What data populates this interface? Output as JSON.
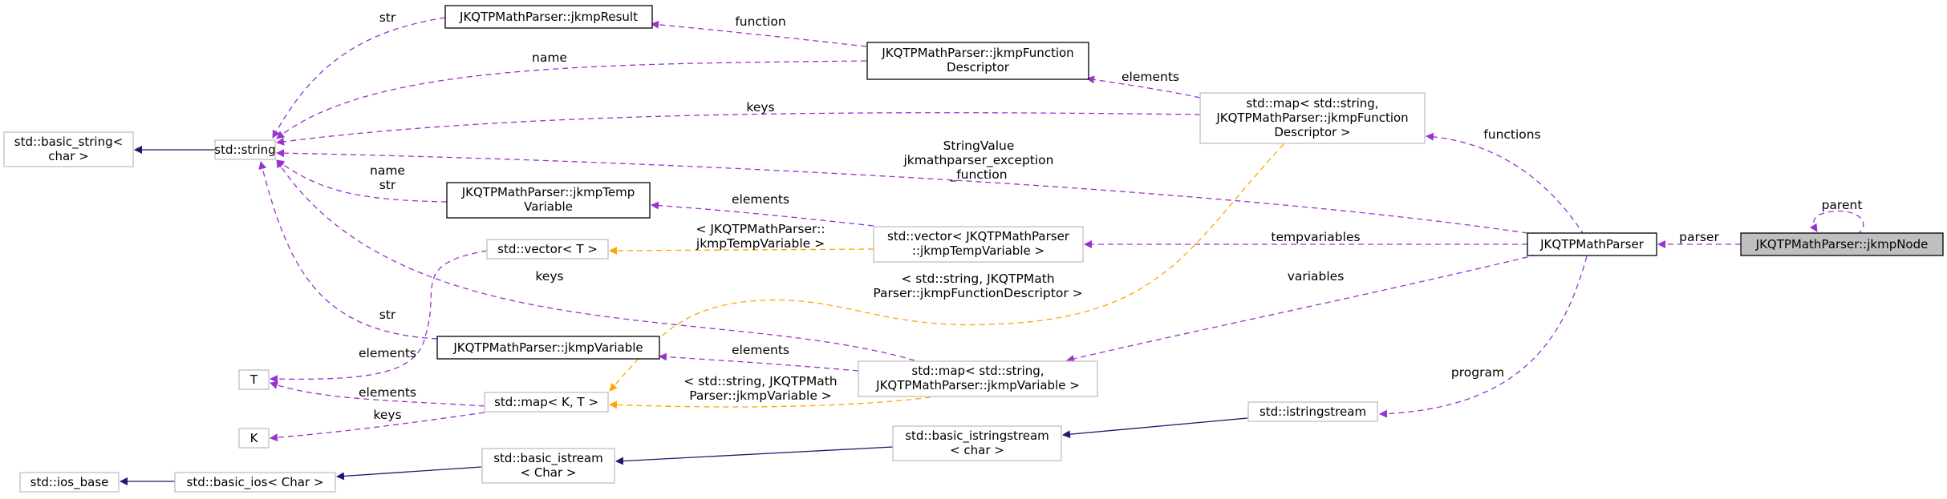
{
  "colors": {
    "inheritance": "#191970",
    "usage": "#9a32cd",
    "template": "#ffa500",
    "node_border_dark": "#000000",
    "node_border_light": "#bfbfbf",
    "focus_fill": "#bfbfbf"
  },
  "nodes": {
    "ios_base": {
      "lines": [
        "std::ios_base"
      ]
    },
    "basic_ios": {
      "lines": [
        "std::basic_ios< Char >"
      ]
    },
    "basic_istream": {
      "lines": [
        "std::basic_istream",
        "< Char >"
      ]
    },
    "basic_istringstream": {
      "lines": [
        "std::basic_istringstream",
        "< char >"
      ]
    },
    "istringstream": {
      "lines": [
        "std::istringstream"
      ]
    },
    "basic_string": {
      "lines": [
        "std::basic_string<",
        "char >"
      ]
    },
    "string": {
      "lines": [
        "std::string"
      ]
    },
    "T": {
      "lines": [
        "T"
      ]
    },
    "K": {
      "lines": [
        "K"
      ]
    },
    "vector_T": {
      "lines": [
        "std::vector< T >"
      ]
    },
    "map_KT": {
      "lines": [
        "std::map< K, T >"
      ]
    },
    "jkmpResult": {
      "lines": [
        "JKQTPMathParser::jkmpResult"
      ]
    },
    "jkmpTempVariable": {
      "lines": [
        "JKQTPMathParser::jkmpTemp",
        "Variable"
      ]
    },
    "jkmpVariable": {
      "lines": [
        "JKQTPMathParser::jkmpVariable"
      ]
    },
    "jkmpFunctionDescriptor": {
      "lines": [
        "JKQTPMathParser::jkmpFunction",
        "Descriptor"
      ]
    },
    "vector_temp": {
      "lines": [
        "std::vector< JKQTPMathParser",
        "::jkmpTempVariable >"
      ]
    },
    "map_var": {
      "lines": [
        "std::map< std::string,",
        "JKQTPMathParser::jkmpVariable >"
      ]
    },
    "map_func": {
      "lines": [
        "std::map< std::string,",
        "JKQTPMathParser::jkmpFunction",
        "Descriptor >"
      ]
    },
    "parser": {
      "lines": [
        "JKQTPMathParser"
      ]
    },
    "jkmpNode": {
      "lines": [
        "JKQTPMathParser::jkmpNode"
      ]
    }
  },
  "edge_labels": {
    "str_result": [
      "str"
    ],
    "function": [
      "function"
    ],
    "name_fd": [
      "name"
    ],
    "elements_func": [
      "elements"
    ],
    "keys_func": [
      "keys"
    ],
    "functions": [
      "functions"
    ],
    "string_parser": [
      "StringValue",
      "jkmathparser_exception",
      "_function"
    ],
    "name_str_temp": [
      "name",
      "str"
    ],
    "elements_temp": [
      "elements"
    ],
    "tpl_temp": [
      "< JKQTPMathParser::",
      "jkmpTempVariable >"
    ],
    "tempvariables": [
      "tempvariables"
    ],
    "keys_var": [
      "keys"
    ],
    "tpl_func": [
      "< std::string, JKQTPMath",
      "Parser::jkmpFunctionDescriptor >"
    ],
    "variables": [
      "variables"
    ],
    "str_var": [
      "str"
    ],
    "elements_vector": [
      "elements"
    ],
    "elements_var": [
      "elements"
    ],
    "elements_map": [
      "elements"
    ],
    "tpl_var": [
      "< std::string, JKQTPMath",
      "Parser::jkmpVariable >"
    ],
    "keys_map": [
      "keys"
    ],
    "program": [
      "program"
    ],
    "parser_edge": [
      "parser"
    ],
    "parent": [
      "parent"
    ]
  }
}
